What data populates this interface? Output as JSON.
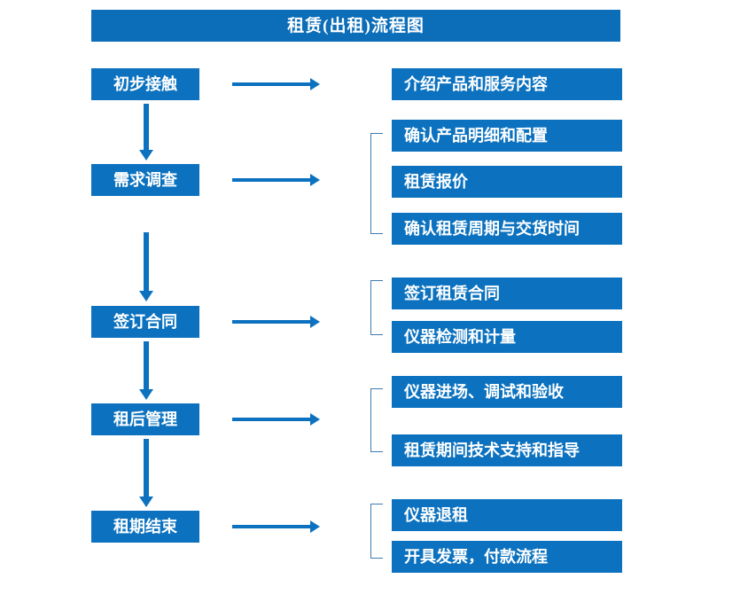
{
  "diagram": {
    "title": "租赁(出租)流程图",
    "colors": {
      "box_fill": "#0C72BF",
      "title_fill": "#0C6DB8",
      "box_text": "#FFFFFF",
      "arrow": "#0C72BF",
      "bracket": "#3f7cb0",
      "background": "#FFFFFF"
    },
    "stages": [
      {
        "label": "初步接触",
        "details": [
          "介绍产品和服务内容"
        ]
      },
      {
        "label": "需求调查",
        "details": [
          "确认产品明细和配置",
          "租赁报价",
          "确认租赁周期与交货时间"
        ]
      },
      {
        "label": "签订合同",
        "details": [
          "签订租赁合同",
          "仪器检测和计量"
        ]
      },
      {
        "label": "租后管理",
        "details": [
          "仪器进场、调试和验收",
          "租赁期间技术支持和指导"
        ]
      },
      {
        "label": "租期结束",
        "details": [
          "仪器退租",
          "开具发票，付款流程"
        ]
      }
    ],
    "details_flat": [
      "介绍产品和服务内容",
      "确认产品明细和配置",
      "租赁报价",
      "确认租赁周期与交货时间",
      "签订租赁合同",
      "仪器检测和计量",
      "仪器进场、调试和验收",
      "租赁期间技术支持和指导",
      "仪器退租",
      "开具发票，付款流程"
    ]
  }
}
